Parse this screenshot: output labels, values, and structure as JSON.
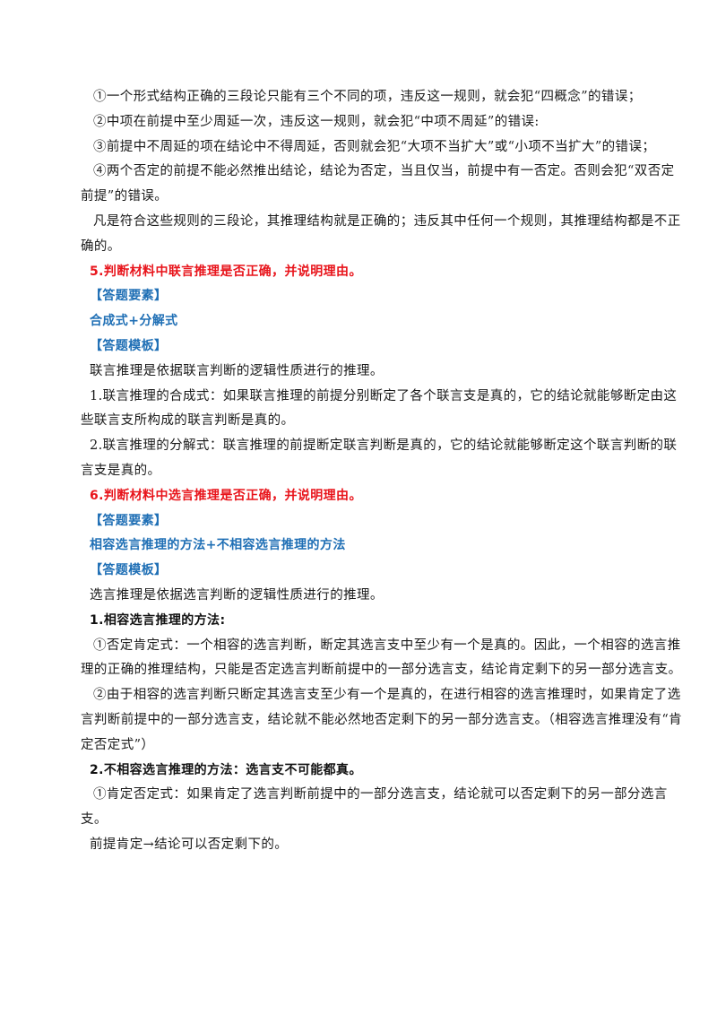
{
  "colors": {
    "heading_red": "#e8141b",
    "label_blue": "#1f6fb5",
    "body_text": "#1a1a1a"
  },
  "rules": [
    "①一个形式结构正确的三段论只能有三个不同的项，违反这一规则，就会犯“四概念”的错误；",
    "②中项在前提中至少周延一次，违反这一规则，就会犯“中项不周延”的错误:",
    "③前提中不周延的项在结论中不得周延，否则就会犯“大项不当扩大”或“小项不当扩大”的错误；",
    "④两个否定的前提不能必然推出结论，结论为否定，当且仅当，前提中有一否定。否则会犯“双否定",
    "前提”的错误。"
  ],
  "summary": [
    "凡是符合这些规则的三段论，其推理结构就是正确的；违反其中任何一个规则，其推理结构都是不正",
    "确的。"
  ],
  "q5": {
    "heading": "5.判断材料中联言推理是否正确，并说明理由。",
    "key_points_label": "【答题要素】",
    "key_points": "合成式+分解式",
    "template_label": "【答题模板】",
    "intro": "联言推理是依据联言判断的逻辑性质进行的推理。",
    "item1": [
      "1.联言推理的合成式：如果联言推理的前提分别断定了各个联言支是真的，它的结论就能够断定由这",
      "些联言支所构成的联言判断是真的。"
    ],
    "item2": [
      "2.联言推理的分解式：联言推理的前提断定联言判断是真的，它的结论就能够断定这个联言判断的联",
      "言支是真的。"
    ]
  },
  "q6": {
    "heading": "6.判断材料中选言推理是否正确，并说明理由。",
    "key_points_label": "【答题要素】",
    "key_points": "相容选言推理的方法+不相容选言推理的方法",
    "template_label": "【答题模板】",
    "intro": "选言推理是依据选言判断的逻辑性质进行的推理。",
    "sub1_title": "1.相容选言推理的方法:",
    "sub1_item1": [
      "①否定肯定式：一个相容的选言判断，断定其选言支中至少有一个是真的。因此，一个相容的选言推",
      "理的正确的推理结构，只能是否定选言判断前提中的一部分选言支，结论肯定剩下的另一部分选言支。"
    ],
    "sub1_item2": [
      "②由于相容的选言判断只断定其选言支至少有一个是真的，在进行相容的选言推理时，如果肯定了选",
      "言判断前提中的一部分选言支，结论就不能必然地否定剩下的另一部分选言支。（相容选言推理没有“肯",
      "定否定式”）"
    ],
    "sub2_title": "2.不相容选言推理的方法：选言支不可能都真。",
    "sub2_item1": [
      "①肯定否定式：如果肯定了选言判断前提中的一部分选言支，结论就可以否定剩下的另一部分选言",
      "支。"
    ],
    "sub2_note": "前提肯定→结论可以否定剩下的。"
  }
}
